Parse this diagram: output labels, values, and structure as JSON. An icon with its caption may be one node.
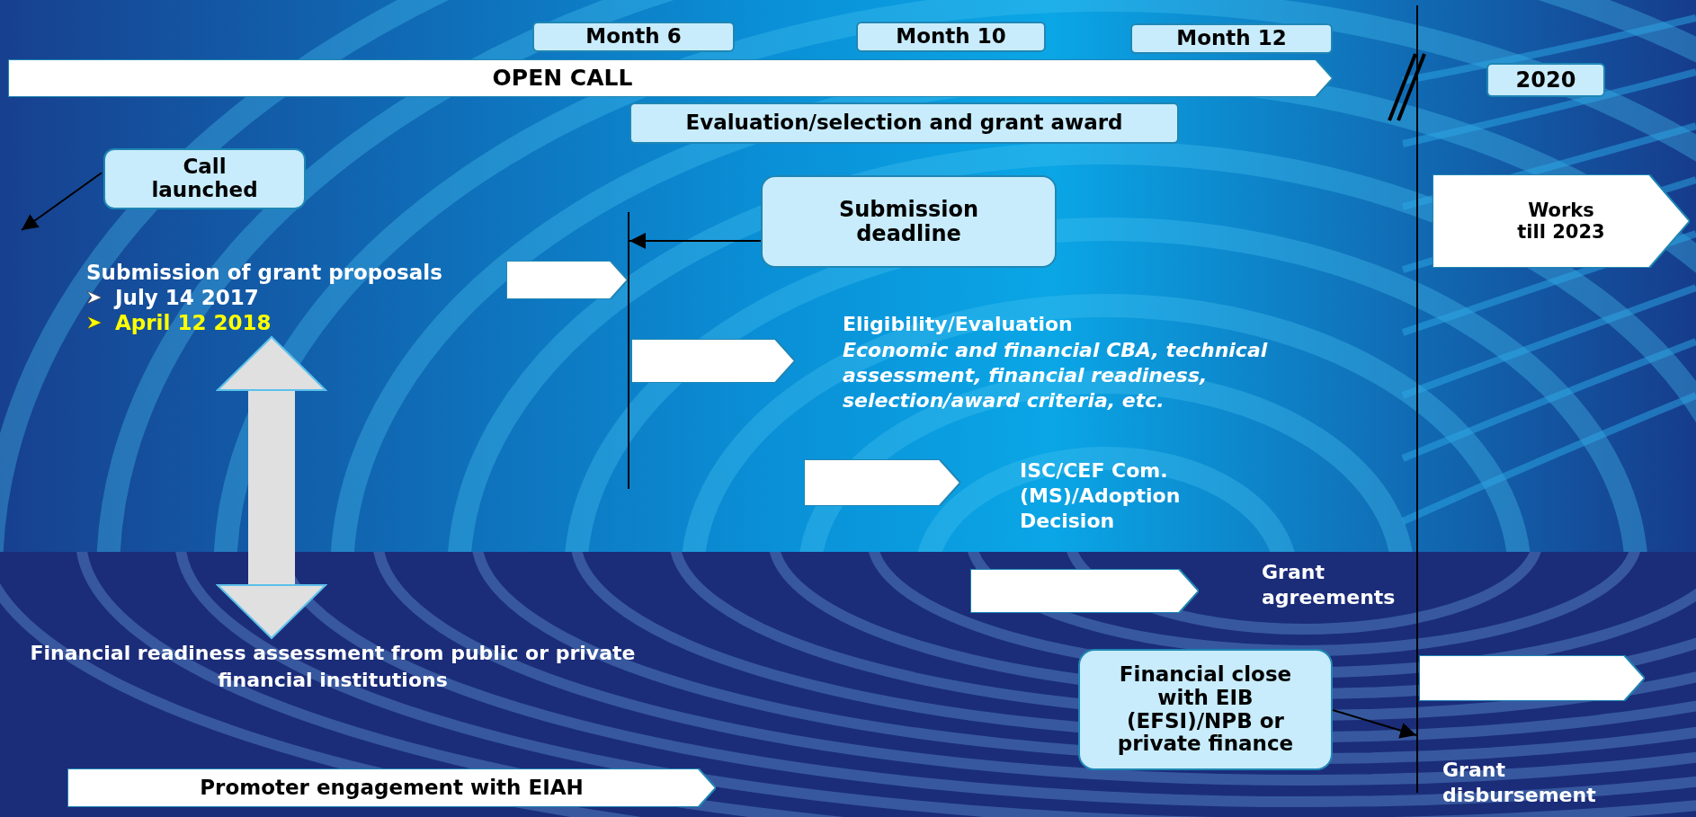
{
  "diagram": {
    "nodes": [
      {
        "text": [
          "Month 6"
        ]
      },
      {
        "text": [
          "Month 10"
        ]
      },
      {
        "text": [
          "Month 12"
        ]
      },
      {
        "text": [
          "OPEN CALL"
        ]
      },
      {
        "text": [
          "2020"
        ]
      },
      {
        "text": [
          "Evaluation/selection and grant award"
        ]
      },
      {
        "text": [
          "Call launched"
        ]
      },
      {
        "text": [
          "Submission deadline"
        ]
      },
      {
        "text": [
          "Works till 2023"
        ]
      },
      {
        "text": [
          "Submission of grant proposals",
          "July 14 2017",
          "April 12 2018"
        ]
      },
      {
        "text": [],
        "shape": "arrow"
      },
      {
        "text": [],
        "shape": "arrow"
      },
      {
        "text": [],
        "shape": "arrow"
      },
      {
        "text": [],
        "shape": "arrow"
      },
      {
        "text": [
          "Financial readiness assessment from public or private financial institutions"
        ]
      },
      {
        "text": [
          "Financial close with EIB (EFSI)/NPB or private finance"
        ]
      },
      {
        "text": [],
        "shape": "arrow"
      },
      {
        "text": [
          "Promoter engagement with EIAH"
        ]
      },
      {
        "text": [],
        "shape": "line"
      },
      {
        "text": [],
        "shape": "line"
      }
    ],
    "edges": [
      {
        "from": 6,
        "to": null,
        "arrow": "to"
      },
      {
        "from": 7,
        "to": 18,
        "arrow": "to"
      },
      {
        "from": 9,
        "to": 14,
        "arrow": "both",
        "style": "thick",
        "color": "#e0e0e0"
      },
      {
        "from": 15,
        "to": 19,
        "arrow": "to"
      }
    ],
    "labels": [
      "Eligibility/Evaluation",
      "Economic and financial CBA, technical assessment, financial readiness, selection/award criteria, etc.",
      "ISC/CEF Com. (MS)/Adoption Decision",
      "Grant agreements",
      "Grant disbursement"
    ]
  }
}
